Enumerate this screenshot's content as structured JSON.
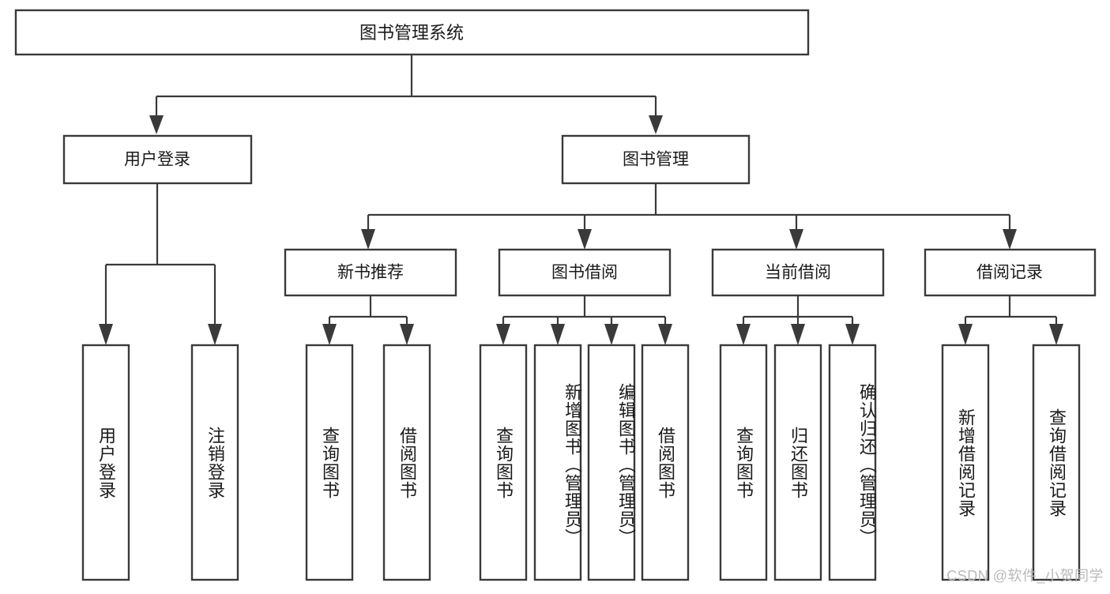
{
  "diagram": {
    "type": "tree-hierarchy-flowchart",
    "orientation": "top-down",
    "root": {
      "id": "root",
      "label": "图书管理系统"
    },
    "level2": [
      {
        "id": "user-login",
        "label": "用户登录"
      },
      {
        "id": "book-management",
        "label": "图书管理"
      }
    ],
    "level3": [
      {
        "id": "new-book-recommend",
        "label": "新书推荐",
        "parent": "book-management"
      },
      {
        "id": "book-borrow",
        "label": "图书借阅",
        "parent": "book-management"
      },
      {
        "id": "current-borrow",
        "label": "当前借阅",
        "parent": "book-management"
      },
      {
        "id": "borrow-record",
        "label": "借阅记录",
        "parent": "book-management"
      }
    ],
    "leaves": {
      "user-login": [
        {
          "id": "leaf-user-login",
          "label": "用户登录"
        },
        {
          "id": "leaf-logout-login",
          "label": "注销登录"
        }
      ],
      "new-book-recommend": [
        {
          "id": "leaf-query-book-1",
          "label": "查询图书"
        },
        {
          "id": "leaf-borrow-book-1",
          "label": "借阅图书"
        }
      ],
      "book-borrow": [
        {
          "id": "leaf-query-book-2",
          "label": "查询图书"
        },
        {
          "id": "leaf-add-book",
          "label": "新增图书（管理员）"
        },
        {
          "id": "leaf-edit-book",
          "label": "编辑图书（管理员）"
        },
        {
          "id": "leaf-borrow-book-2",
          "label": "借阅图书"
        }
      ],
      "current-borrow": [
        {
          "id": "leaf-query-book-3",
          "label": "查询图书"
        },
        {
          "id": "leaf-return-book",
          "label": "归还图书"
        },
        {
          "id": "leaf-confirm-return",
          "label": "确认归还（管理员）"
        }
      ],
      "borrow-record": [
        {
          "id": "leaf-add-borrow-record",
          "label": "新增借阅记录"
        },
        {
          "id": "leaf-query-borrow-record",
          "label": "查询借阅记录"
        }
      ]
    }
  },
  "watermark": {
    "text": "CSDN @软件_小贺同学"
  },
  "colors": {
    "stroke": "#3a3a3a",
    "fill": "#ffffff",
    "text": "#1a1a1a",
    "watermark": "#b9b9b9"
  }
}
